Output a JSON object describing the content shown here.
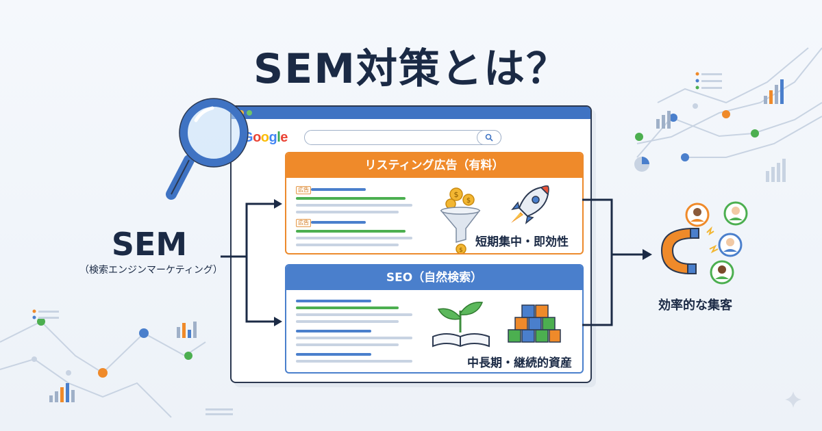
{
  "title": "SEM対策とは？",
  "sem": {
    "label": "SEM",
    "sublabel": "（検索エンジンマーケティング）"
  },
  "browser": {
    "logo_letters": [
      "G",
      "o",
      "o",
      "g",
      "l",
      "e"
    ],
    "logo_colors": [
      "#4285f4",
      "#ea4335",
      "#fbbc05",
      "#4285f4",
      "#34a853",
      "#ea4335"
    ],
    "search_icon": "search-icon"
  },
  "listing": {
    "title": "リスティング広告（有料）",
    "ad_tag": "広告",
    "caption": "短期集中・即効性",
    "icons": [
      "funnel-coins-icon",
      "rocket-icon"
    ],
    "color": "#ef8a2a"
  },
  "seo": {
    "title": "SEO（自然検索）",
    "caption": "中長期・継続的資産",
    "icons": [
      "sprout-book-icon",
      "blocks-icon"
    ],
    "color": "#4a7fcc"
  },
  "result": {
    "label": "効率的な集客",
    "icon": "magnet-people-icon"
  },
  "colors": {
    "text": "#1b2a45",
    "blue": "#4a7fcc",
    "orange": "#ef8a2a",
    "green": "#4caf50"
  }
}
